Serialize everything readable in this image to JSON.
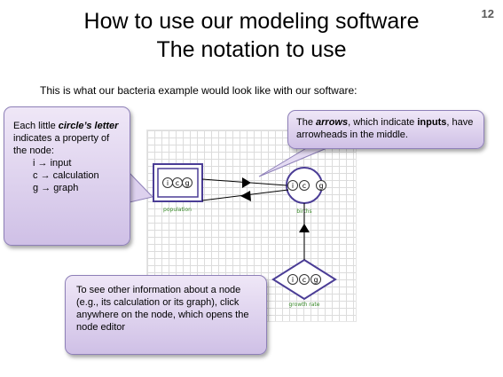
{
  "page_number": "12",
  "title_line1": "How to use our modeling software",
  "title_line2": "The notation to use",
  "intro": "This is what our bacteria example would look like with our software:",
  "callout_left": {
    "text_a": "Each little ",
    "text_b": "circle’s letter",
    "text_c": " indicates a property of the node:",
    "legend": [
      {
        "letter": "i",
        "arrow": "→",
        "meaning": "input"
      },
      {
        "letter": "c",
        "arrow": "→",
        "meaning": "calculation"
      },
      {
        "letter": "g",
        "arrow": "→",
        "meaning": "graph"
      }
    ]
  },
  "callout_right": {
    "text_a": "The ",
    "text_b": "arrows",
    "text_c": ", which indicate ",
    "text_d": "inputs",
    "text_e": ", have arrowheads in the middle."
  },
  "callout_bottom": {
    "text": "To see other information about a node (e.g., its calculation or its graph), click anywhere on the node, which opens the node editor"
  },
  "diagram": {
    "nodes": [
      {
        "label": "population",
        "shape": "rectangle"
      },
      {
        "label": "births",
        "shape": "circle"
      },
      {
        "label": "growth rate",
        "shape": "diamond"
      }
    ],
    "circle_letters": [
      "i",
      "c",
      "g"
    ],
    "colors": {
      "node_stroke": "#4b3d96",
      "label_green": "#3a8a2a",
      "callout_border": "#8e80b8"
    }
  }
}
